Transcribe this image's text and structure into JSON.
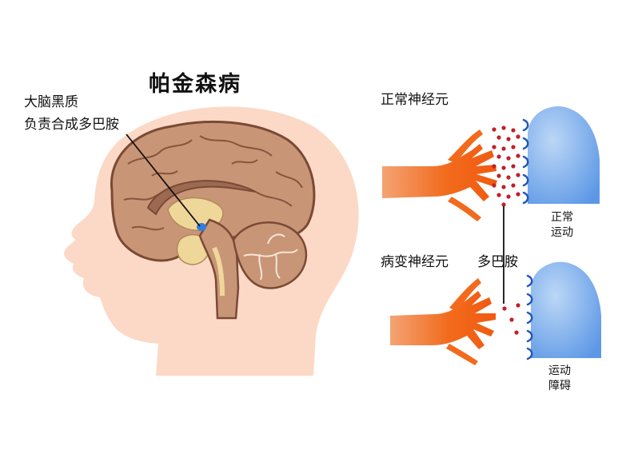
{
  "title": "帕金森病",
  "annotation": {
    "line1": "大脑黑质",
    "line2": "负责合成多巴胺"
  },
  "normal_neuron_label": "正常神经元",
  "diseased_neuron_label": "病变神经元",
  "dopamine_label": "多巴胺",
  "normal_result": {
    "line1": "正常",
    "line2": "运动"
  },
  "diseased_result": {
    "line1": "运动",
    "line2": "障碍"
  },
  "colors": {
    "skin": "#fbd9c6",
    "brain": "#c99577",
    "brain_outline": "#7a4a35",
    "substantia_nigra": "#2f7fe0",
    "neuron": "#f26b1d",
    "dopamine_dot": "#c0202a",
    "receptor": "#6ea6ec"
  }
}
